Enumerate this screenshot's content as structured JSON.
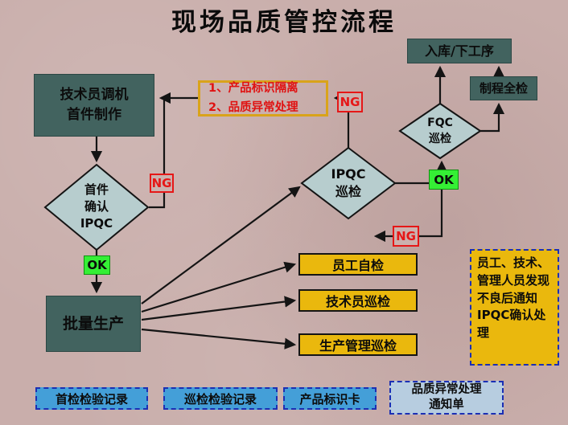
{
  "title": "现场品质管控流程",
  "flowchart": {
    "nodes": {
      "tech_setup": "技术员调机\n首件制作",
      "first_article_check": "首件\n确认\nIPQC",
      "mass_production": "批量生产",
      "abnormal_handling": "1、产品标识隔离\n2、品质异常处理",
      "ipqc_patrol": "IPQC\n巡检",
      "fqc_patrol": "FQC\n巡检",
      "warehouse_next": "入库/下工序",
      "full_inspection": "制程全检",
      "employee_self_check": "员工自检",
      "technician_patrol": "技术员巡检",
      "production_mgmt_patrol": "生产管理巡检",
      "side_note": "员工、技术、管理人员发现不良后通知IPQC确认处理"
    },
    "labels": {
      "ng_first_check": "NG",
      "ng_ipqc": "NG",
      "ng_fqc": "NG",
      "ok_first_check": "OK",
      "ok_ipqc": "OK"
    },
    "documents": [
      "首检检验记录",
      "巡检检验记录",
      "产品标识卡",
      "品质异常处理\n通知单"
    ]
  },
  "colors": {
    "page_background": "#c9aeab",
    "dark_node": "#42635f",
    "diamond_fill": "#b7cdce",
    "yellow_node": "#eab80d",
    "doc_fill": "#449fd8",
    "doc_fill_light": "#b7cde0",
    "ng_red": "#e61717",
    "ok_green": "#35ef35",
    "gold_border": "#d9a31a",
    "blue_dashed_border": "#1b2fb4",
    "line_black": "#141414"
  }
}
